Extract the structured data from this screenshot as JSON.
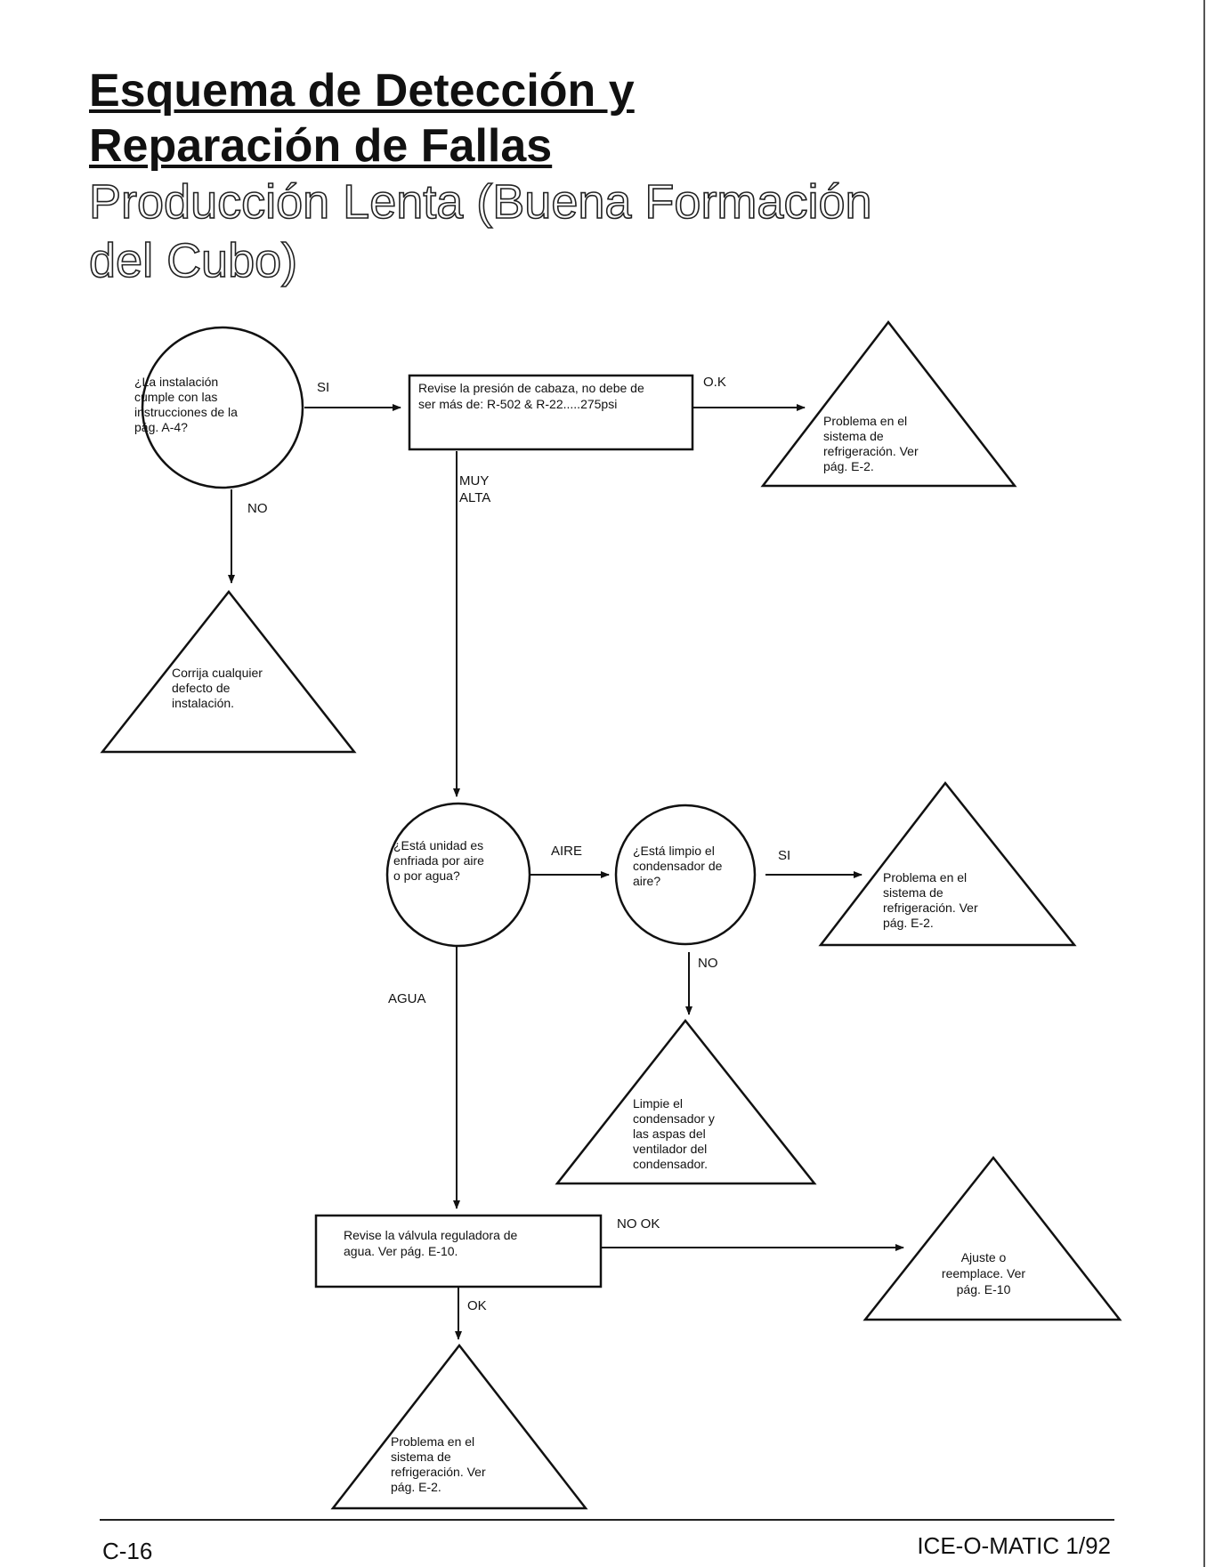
{
  "title": {
    "line1": "Esquema de Detección y",
    "line2": "Reparación de Fallas"
  },
  "subtitle": {
    "line1": "Producción Lenta (Buena Formación",
    "line2": "del Cubo)"
  },
  "nodes": {
    "q_install": [
      "¿La instalación",
      "cumple con las",
      "instrucciones de la",
      "pág. A-4?"
    ],
    "check_pressure": [
      "Revise la presión de cabaza, no debe de",
      "ser más de: R-502 & R-22.....275psi"
    ],
    "refrig_problem_1": [
      "Problema en el",
      "sistema de",
      "refrigeración. Ver",
      "pág. E-2."
    ],
    "fix_install": [
      "Corrija cualquier",
      "defecto de",
      "instalación."
    ],
    "q_air_water": [
      "¿Está unidad es",
      "enfriada por aire",
      "o por agua?"
    ],
    "q_condenser_clean": [
      "¿Está limpio el",
      "condensador de",
      "aire?"
    ],
    "refrig_problem_2": [
      "Problema en el",
      "sistema de",
      "refrigeración. Ver",
      "pág. E-2."
    ],
    "clean_condenser": [
      "Limpie el",
      "condensador y",
      "las aspas del",
      "ventilador del",
      "condensador."
    ],
    "check_valve": [
      "Revise la válvula reguladora de",
      "agua. Ver pág. E-10."
    ],
    "adjust_replace": [
      "Ajuste o",
      "reemplace. Ver",
      "pág. E-10"
    ],
    "refrig_problem_3": [
      "Problema en el",
      "sistema de",
      "refrigeración. Ver",
      "pág. E-2."
    ]
  },
  "edge_labels": {
    "install_yes": "SI",
    "install_no": "NO",
    "pressure_ok": "O.K",
    "pressure_high_1": "MUY",
    "pressure_high_2": "ALTA",
    "air": "AIRE",
    "water": "AGUA",
    "clean_yes": "SI",
    "clean_no": "NO",
    "valve_not_ok": "NO OK",
    "valve_ok": "OK"
  },
  "footer": {
    "page_number": "C-16",
    "brand": "ICE-O-MATIC 1/92"
  }
}
